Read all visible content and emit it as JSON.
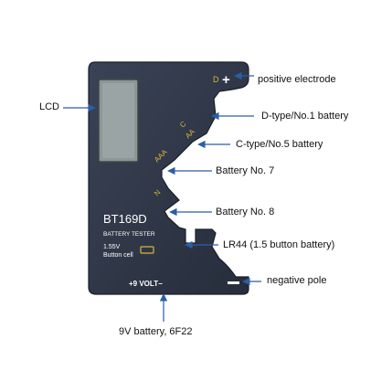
{
  "device": {
    "model": "BT169D",
    "subtitle": "BATTERY TESTER",
    "button_cell_voltage": "1.55V",
    "button_cell_text": "Button cell",
    "nine_volt_text": "+9 VOLT−",
    "slot_d": "D",
    "slot_c": "C",
    "slot_aa": "AA",
    "slot_aaa": "AAA",
    "slot_n": "N",
    "plus_sign": "+",
    "minus_sign": "−",
    "body_color": "#2f3748",
    "label_color": "#d9b43c"
  },
  "callouts": {
    "lcd": "LCD",
    "positive_electrode": "positive electrode",
    "d_type": "D-type/No.1 battery",
    "c_type": "C-type/No.5 battery",
    "battery7": "Battery No. 7",
    "battery8": "Battery No. 8",
    "lr44": "LR44 (1.5 button battery)",
    "negative_pole": "negative pole",
    "nine_v": "9V battery, 6F22"
  }
}
